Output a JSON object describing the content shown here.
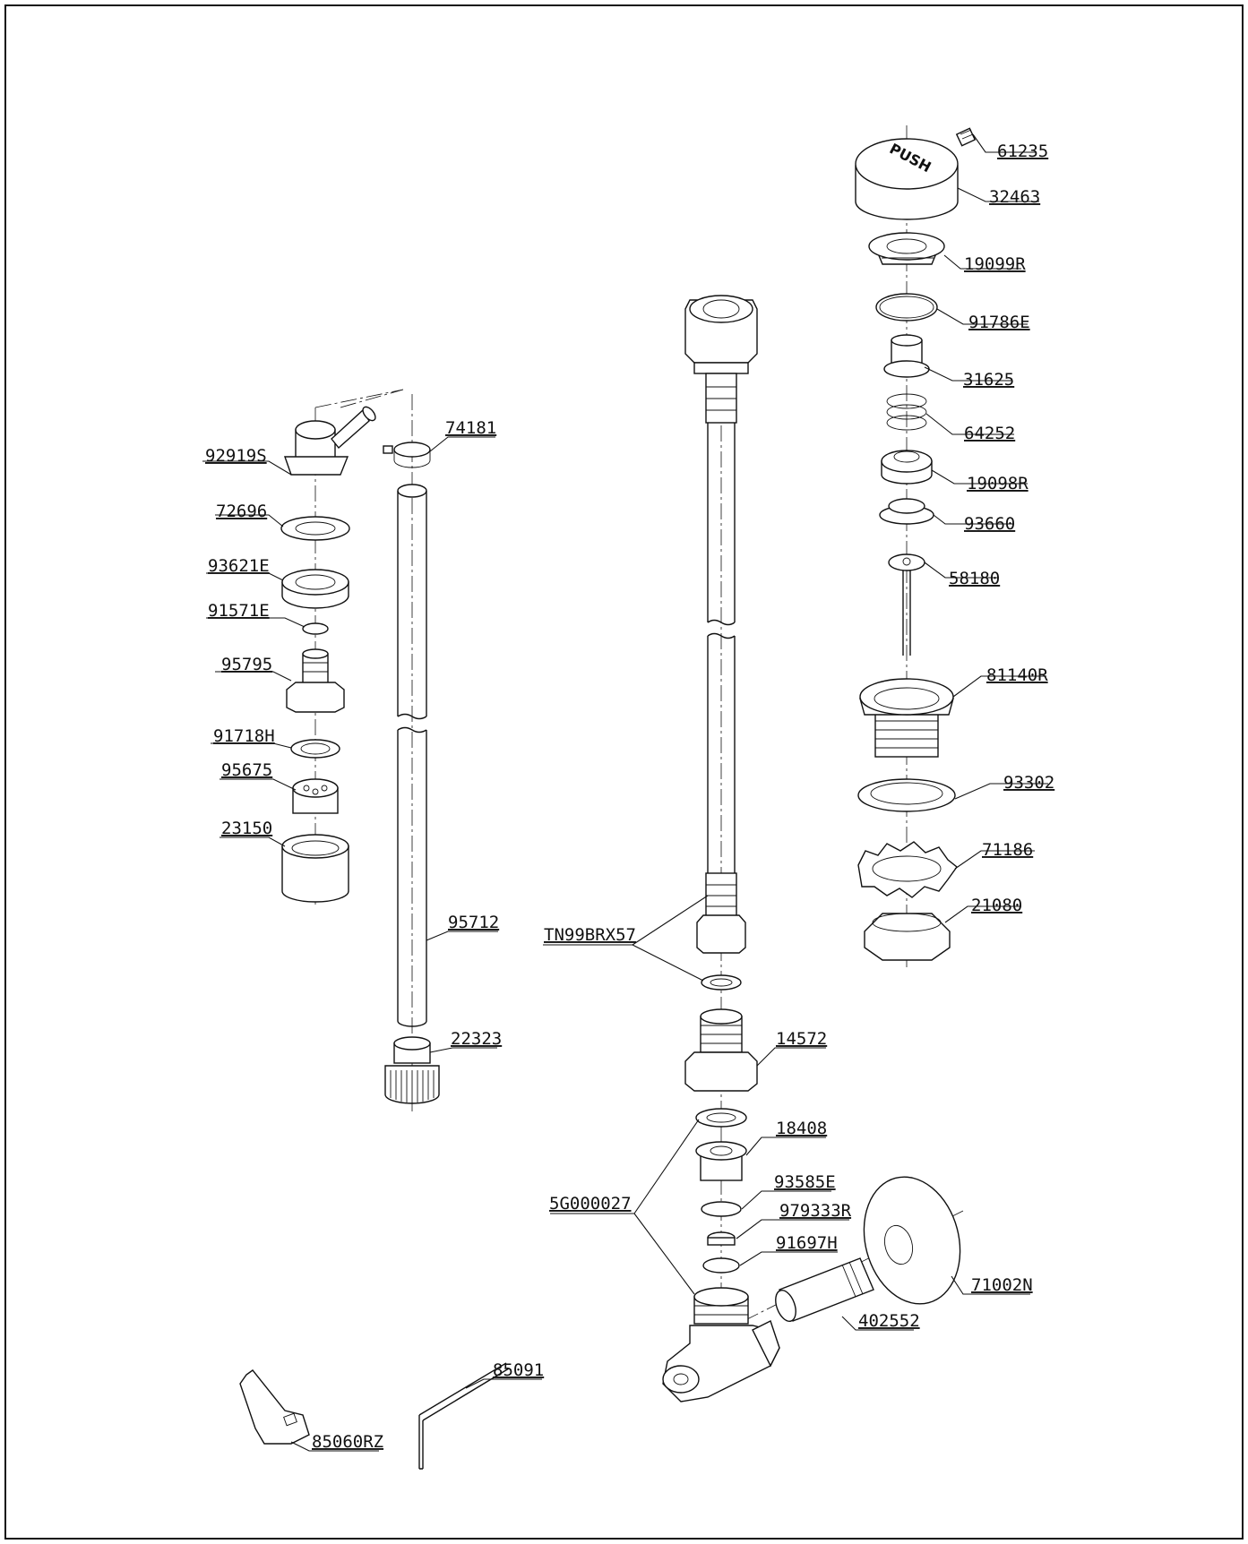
{
  "diagram": {
    "cap_text": "PUSH",
    "parts": [
      {
        "id": "61235",
        "label": "61235"
      },
      {
        "id": "32463",
        "label": "32463"
      },
      {
        "id": "19099R",
        "label": "19099R"
      },
      {
        "id": "91786E",
        "label": "91786E"
      },
      {
        "id": "31625",
        "label": "31625"
      },
      {
        "id": "64252",
        "label": "64252"
      },
      {
        "id": "19098R",
        "label": "19098R"
      },
      {
        "id": "93660",
        "label": "93660"
      },
      {
        "id": "58180",
        "label": "58180"
      },
      {
        "id": "81140R",
        "label": "81140R"
      },
      {
        "id": "93302",
        "label": "93302"
      },
      {
        "id": "71186",
        "label": "71186"
      },
      {
        "id": "21080",
        "label": "21080"
      },
      {
        "id": "74181",
        "label": "74181"
      },
      {
        "id": "92919S",
        "label": "92919S"
      },
      {
        "id": "72696",
        "label": "72696"
      },
      {
        "id": "93621E",
        "label": "93621E"
      },
      {
        "id": "91571E",
        "label": "91571E"
      },
      {
        "id": "95795",
        "label": "95795"
      },
      {
        "id": "91718H",
        "label": "91718H"
      },
      {
        "id": "95675",
        "label": "95675"
      },
      {
        "id": "23150",
        "label": "23150"
      },
      {
        "id": "95712",
        "label": "95712"
      },
      {
        "id": "22323",
        "label": "22323"
      },
      {
        "id": "TN99BRX57",
        "label": "TN99BRX57"
      },
      {
        "id": "14572",
        "label": "14572"
      },
      {
        "id": "18408",
        "label": "18408"
      },
      {
        "id": "93585E",
        "label": "93585E"
      },
      {
        "id": "979333R",
        "label": "979333R"
      },
      {
        "id": "91697H",
        "label": "91697H"
      },
      {
        "id": "5G000027",
        "label": "5G000027"
      },
      {
        "id": "71002N",
        "label": "71002N"
      },
      {
        "id": "402552",
        "label": "402552"
      },
      {
        "id": "85091",
        "label": "85091"
      },
      {
        "id": "85060RZ",
        "label": "85060RZ"
      }
    ]
  }
}
